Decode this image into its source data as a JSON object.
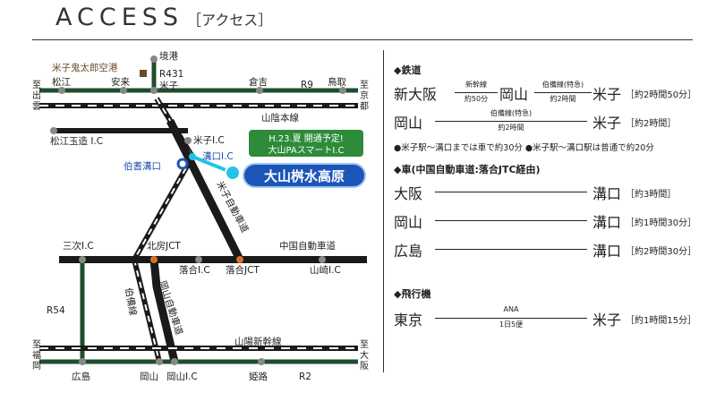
{
  "header": {
    "title": "ACCESS",
    "subtitle": "［アクセス］"
  },
  "map": {
    "edge_labels": {
      "left_top": [
        "至",
        "出",
        "雲"
      ],
      "right_top": [
        "至",
        "京",
        "都"
      ],
      "left_bottom": [
        "至",
        "福",
        "岡"
      ],
      "right_bottom": [
        "至",
        "大",
        "阪"
      ]
    },
    "places": {
      "sakaiminato": "境港",
      "r431": "R431",
      "airport": "米子鬼太郎空港",
      "matsue": "松江",
      "yasugi": "安来",
      "yonago": "米子",
      "kurayoshi": "倉吉",
      "r9": "R9",
      "tottori": "鳥取",
      "sanin_line": "山陰本線",
      "matsue_tamatsukuri": "松江玉造 I.C",
      "yonago_ic": "米子I.C",
      "hoki_mizoguchi": "伯耆溝口",
      "mizoguchi_ic": "溝口I.C",
      "yonago_expressway": "米子自動車道",
      "miyoshi": "三次I.C",
      "kitafusa": "北房JCT",
      "chugoku_expressway": "中国自動車道",
      "ochiai_ic": "落合I.C",
      "ochiai_jct": "落合JCT",
      "yamasaki": "山崎I.C",
      "hakubi_line": "伯備線",
      "okayama_expressway": "岡山自動車道",
      "r54": "R54",
      "sanyo_shinkansen": "山陽新幹線",
      "hiroshima": "広島",
      "okayama": "岡山",
      "okayama_ic": "岡山I.C",
      "himeji": "姫路",
      "r2": "R2",
      "destination": "大山桝水高原"
    },
    "callout": {
      "line1": "H.23.夏 開通予定!",
      "line2": "大山PAスマートI.C"
    }
  },
  "access": {
    "rail": {
      "heading": "◆鉄道",
      "route1": {
        "from": "新大阪",
        "leg1_top": "新幹線",
        "leg1_bottom": "約50分",
        "via": "岡山",
        "leg2_top": "伯備線(特急)",
        "leg2_bottom": "約2時間",
        "to": "米子",
        "total": "［約2時間50分］"
      },
      "route2": {
        "from": "岡山",
        "top": "伯備線(特急)",
        "bottom": "約2時間",
        "to": "米子",
        "total": "［約2時間］"
      },
      "note": "●米子駅〜溝口までは車で約30分 ●米子駅〜溝口駅は普通で約20分"
    },
    "car": {
      "heading": "◆車(中国自動車道:落合JTC経由)",
      "routes": [
        {
          "from": "大阪",
          "to": "溝口",
          "time": "［約3時間］"
        },
        {
          "from": "岡山",
          "to": "溝口",
          "time": "［約1時間30分］"
        },
        {
          "from": "広島",
          "to": "溝口",
          "time": "［約2時間30分］"
        }
      ]
    },
    "air": {
      "heading": "◆飛行機",
      "route": {
        "from": "東京",
        "top": "ANA",
        "bottom": "1日5便",
        "to": "米子",
        "time": "［約1時間15分］"
      }
    }
  },
  "colors": {
    "dark_green": "#1f4d2e",
    "rail": "#1a1a1a",
    "destination": "#1d55b8",
    "callout": "#2e8b3a",
    "cyan": "#22c4e6",
    "orange": "#d9702a",
    "brown": "#6b4a2a",
    "blue_text": "#1d4fb0"
  }
}
